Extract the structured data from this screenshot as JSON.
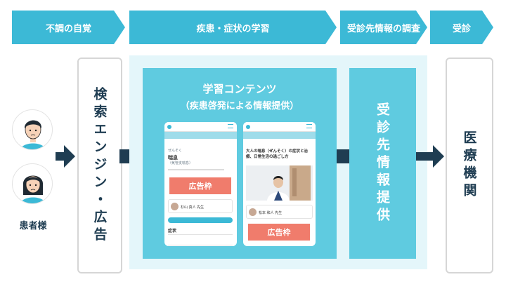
{
  "steps": [
    "不調の自覚",
    "疾患・症状の学習",
    "受診先情報の調査",
    "受診"
  ],
  "boxes": {
    "search": "検索エンジン・広告",
    "provide": "受診先情報提供",
    "medical": "医療機関"
  },
  "patient_label": "患者様",
  "learning": {
    "title": "学習コンテンツ",
    "subtitle": "（疾患啓発による情報提供）"
  },
  "phone1": {
    "tag": "ぜんそく",
    "disease": "喘息",
    "reading": "（気管支喘息）",
    "ad_label": "広告枠",
    "doctor": "杉山 真人 先生",
    "section": "症状"
  },
  "phone2": {
    "headline": "大人の喘息（ぜんそく）の症状と治療、日常生活の過ごし方",
    "doctor": "松本 和人 先生",
    "ad_label": "広告枠"
  },
  "colors": {
    "chevron": "#3cb9d6",
    "panel_bg": "#e4f6fa",
    "card": "#5fcbe0",
    "navy": "#1f3d52",
    "ad": "#f07c6c"
  }
}
